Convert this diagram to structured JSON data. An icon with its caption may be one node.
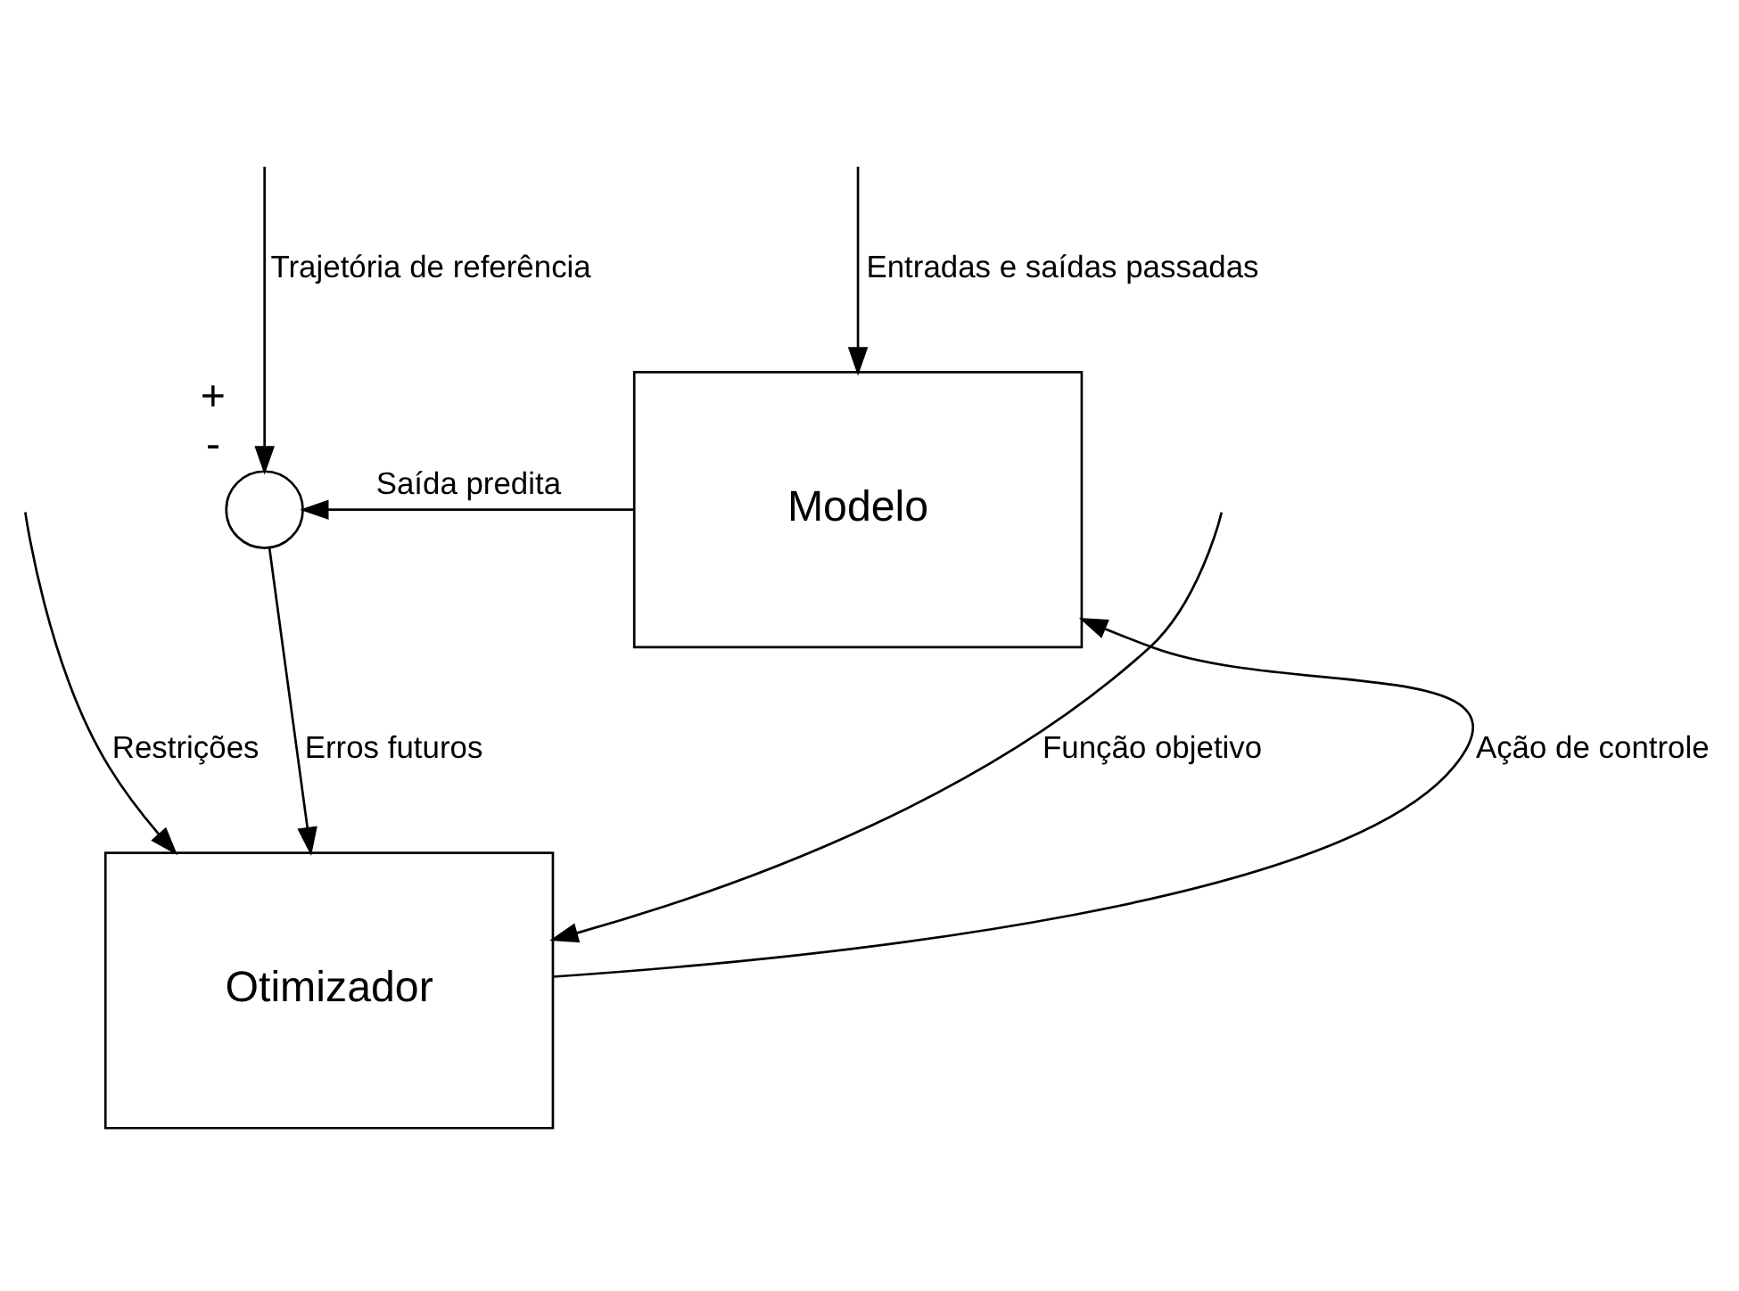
{
  "diagram": {
    "nodes": [
      {
        "text": [
          "Modelo"
        ]
      },
      {
        "text": [
          "Otimizador"
        ]
      },
      {
        "text": [],
        "shape": "circle",
        "beside": [
          "+",
          "-"
        ]
      }
    ],
    "edges": [
      {
        "from": null,
        "to": 0,
        "arrow": "to",
        "label": "Entradas e saídas passadas"
      },
      {
        "from": 0,
        "to": 2,
        "arrow": "to",
        "label": "Saída predita"
      },
      {
        "from": null,
        "to": 2,
        "arrow": "to",
        "label": "Trajetória de referência"
      },
      {
        "from": 2,
        "to": 1,
        "arrow": "to",
        "label": "Erros futuros"
      },
      {
        "from": 1,
        "to": 0,
        "arrow": "to",
        "label": "Ação de controle"
      },
      {
        "from": null,
        "to": 1,
        "arrow": "to",
        "label": "Função objetivo"
      },
      {
        "from": null,
        "to": 1,
        "arrow": "to",
        "label": "Restrições"
      }
    ]
  }
}
